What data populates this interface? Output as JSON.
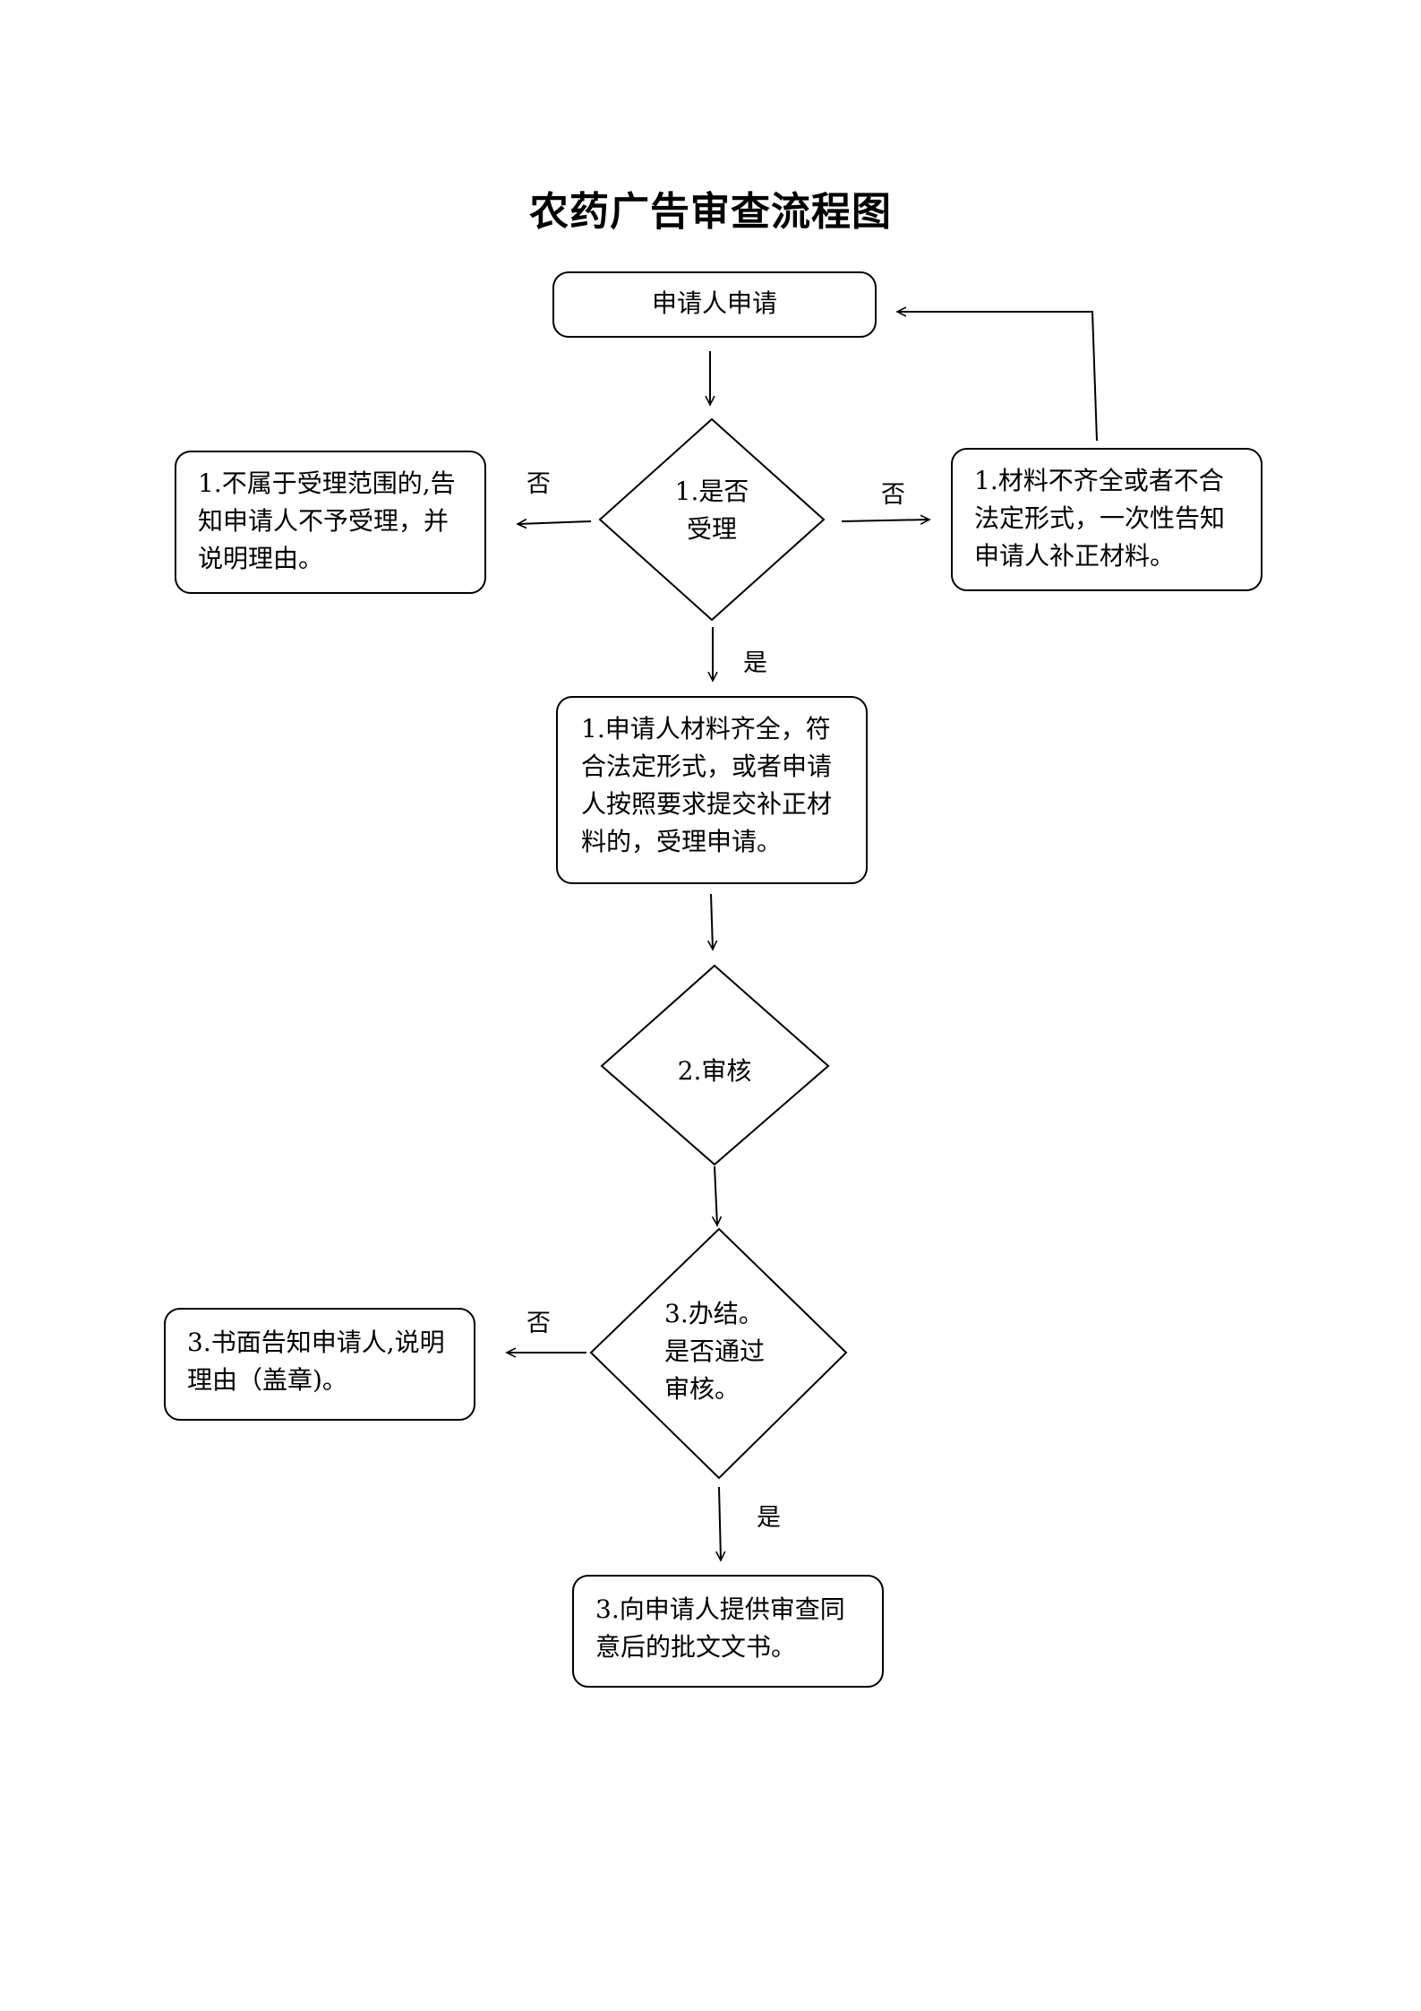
{
  "title": "农药广告审查流程图",
  "nodes": {
    "apply": "申请人申请",
    "accept_decision": "1.是否\n受理",
    "reject_scope": "1.不属于受理范围的,告知申请人不予受理，并说明理由。",
    "incomplete": "1.材料不齐全或者不合法定形式，一次性告知申请人补正材料。",
    "accepted": "1.申请人材料齐全，符合法定形式，或者申请人按照要求提交补正材料的，受理申请。",
    "review": "2.审核",
    "pass_decision": "3.办结。\n是否通过\n审核。",
    "fail_notice": "3.书面告知申请人,说明理由（盖章)。",
    "approval": "3.向申请人提供审查同意后的批文文书。"
  },
  "edge_labels": {
    "no_left_1": "否",
    "no_right_1": "否",
    "yes_1": "是",
    "no_left_2": "否",
    "yes_2": "是"
  }
}
